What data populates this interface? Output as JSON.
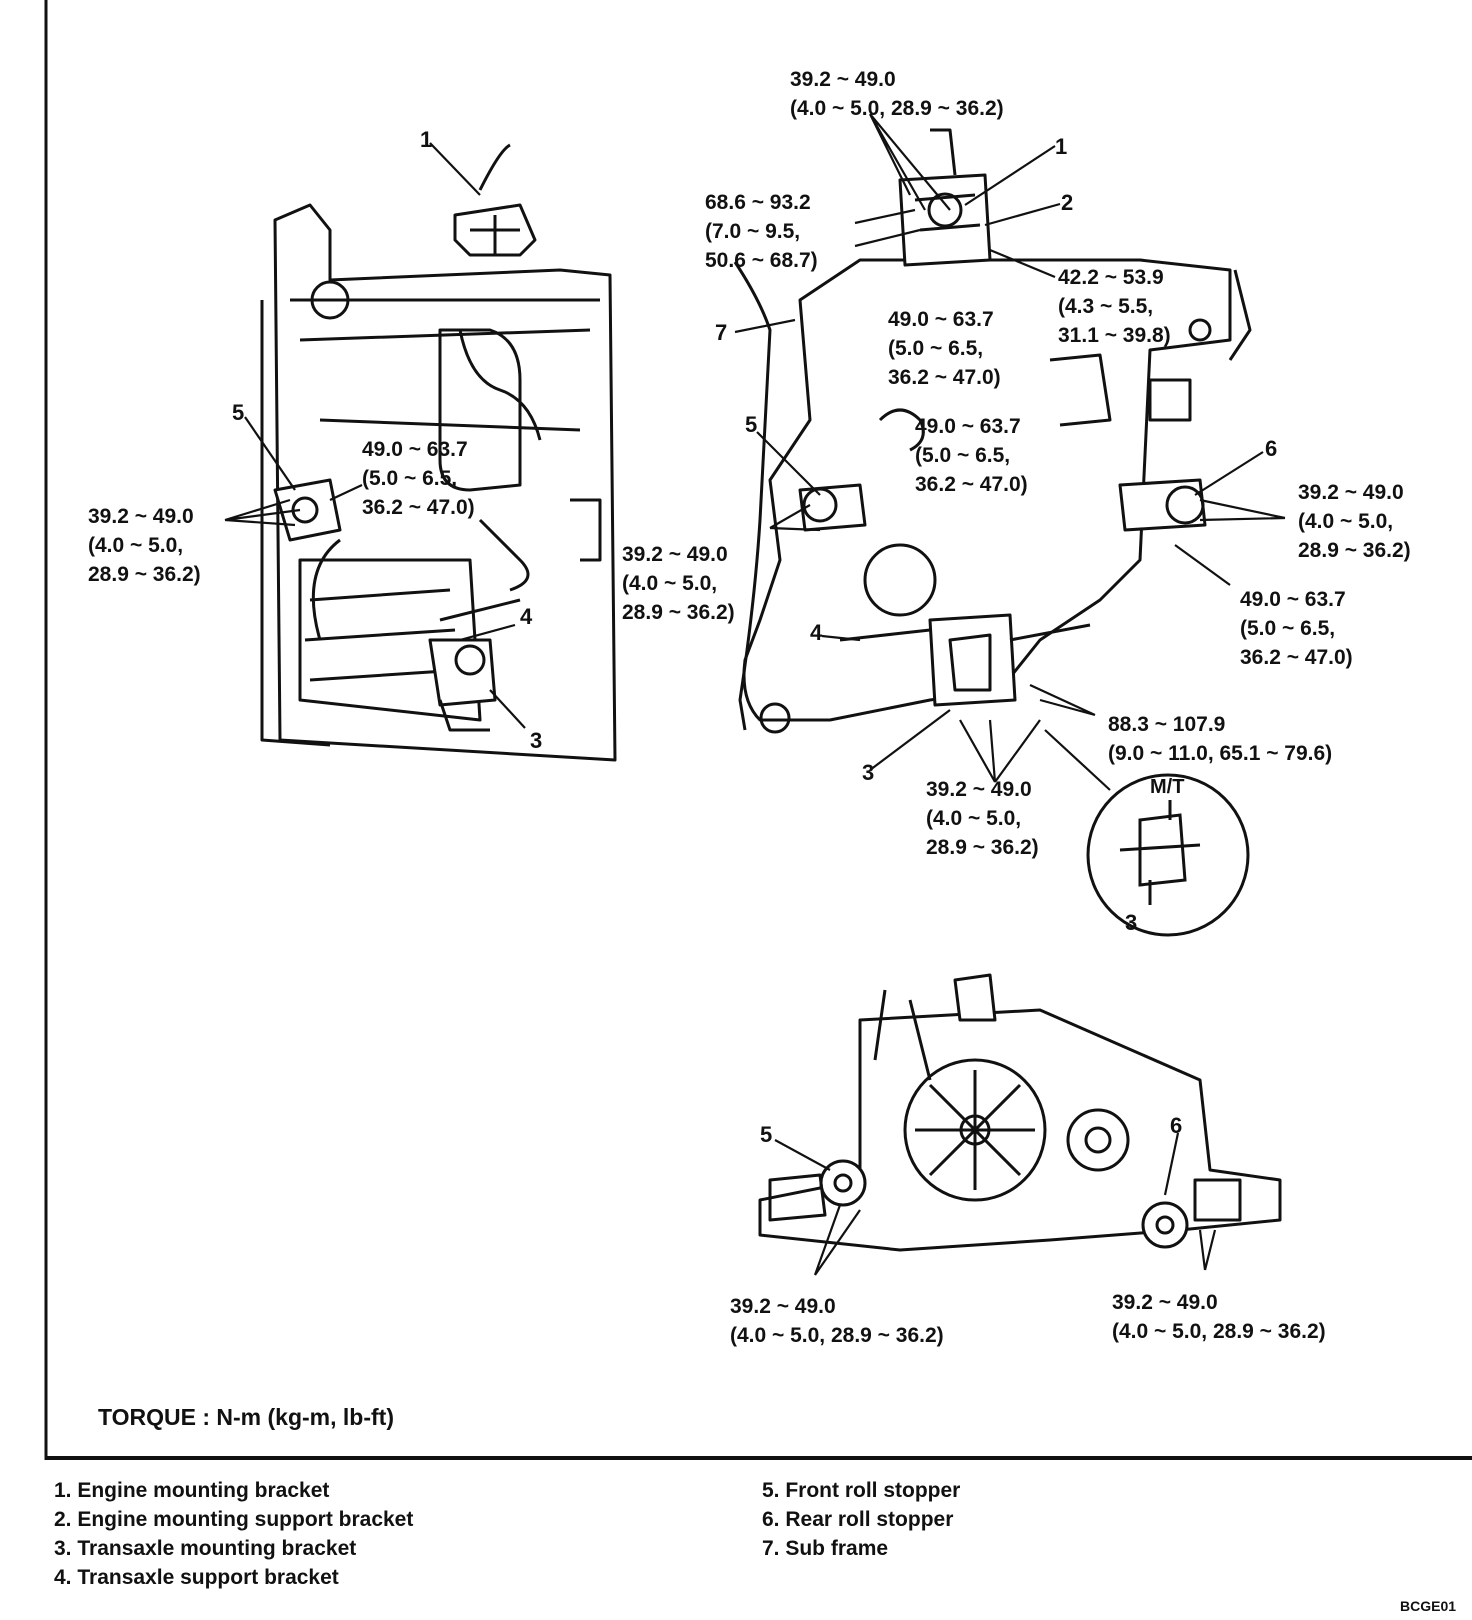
{
  "labels": {
    "l1": [
      "39.2 ~ 49.0",
      "(4.0 ~ 5.0,",
      "28.9 ~ 36.2)"
    ],
    "l2": [
      "49.0 ~ 63.7",
      "(5.0 ~ 6.5,",
      "36.2 ~ 47.0)"
    ],
    "t1": [
      "39.2 ~ 49.0",
      "(4.0 ~ 5.0, 28.9 ~ 36.2)"
    ],
    "t2": [
      "68.6 ~ 93.2",
      "(7.0 ~ 9.5,",
      "50.6 ~ 68.7)"
    ],
    "t3": [
      "42.2 ~ 53.9",
      "(4.3 ~ 5.5,",
      "31.1 ~ 39.8)"
    ],
    "t4": [
      "49.0 ~ 63.7",
      "(5.0 ~ 6.5,",
      "36.2 ~ 47.0)"
    ],
    "t5": [
      "49.0 ~ 63.7",
      "(5.0 ~ 6.5,",
      "36.2 ~ 47.0)"
    ],
    "t6": [
      "39.2 ~ 49.0",
      "(4.0 ~ 5.0,",
      "28.9 ~ 36.2)"
    ],
    "t7": [
      "39.2 ~ 49.0",
      "(4.0 ~ 5.0,",
      "28.9 ~ 36.2)"
    ],
    "t8": [
      "49.0 ~ 63.7",
      "(5.0 ~ 6.5,",
      "36.2 ~ 47.0)"
    ],
    "t9": [
      "88.3 ~ 107.9",
      "(9.0 ~ 11.0, 65.1 ~ 79.6)"
    ],
    "t10": [
      "39.2 ~ 49.0",
      "(4.0 ~ 5.0,",
      "28.9 ~ 36.2)"
    ],
    "b1": [
      "39.2 ~ 49.0",
      "(4.0 ~ 5.0, 28.9 ~ 36.2)"
    ],
    "b2": [
      "39.2 ~ 49.0",
      "(4.0 ~ 5.0, 28.9 ~ 36.2)"
    ]
  },
  "callouts": [
    "1",
    "5",
    "4",
    "3",
    "1",
    "2",
    "7",
    "5",
    "6",
    "4",
    "3",
    "3",
    "5",
    "6"
  ],
  "inset_title": "M/T",
  "torque_note": "TORQUE : N-m (kg-m, lb-ft)",
  "legend": [
    "1. Engine mounting bracket",
    "2. Engine mounting support bracket",
    "3. Transaxle mounting bracket",
    "4. Transaxle support bracket",
    "5. Front roll stopper",
    "6. Rear roll stopper",
    "7. Sub frame"
  ],
  "figure_code": "BCGE01"
}
